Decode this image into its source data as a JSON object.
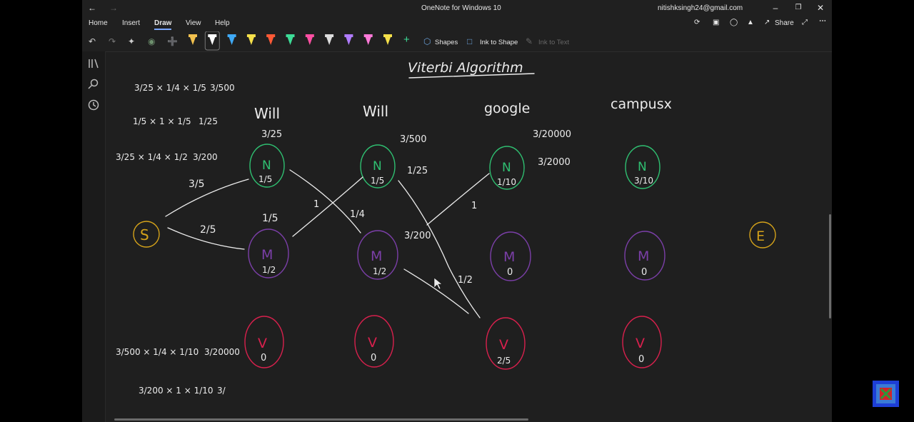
{
  "window": {
    "title": "OneNote for Windows 10",
    "account": "nitishksingh24@gmail.com",
    "share_label": "Share"
  },
  "ribbon_tabs": [
    "Home",
    "Insert",
    "Draw",
    "View",
    "Help"
  ],
  "active_tab": "Draw",
  "toolbar": {
    "shapes_label": "Shapes",
    "ink_to_shape_label": "Ink to Shape",
    "ink_to_text_label": "Ink to Text",
    "pen_colors": [
      "#f2c14e",
      "#ffffff",
      "#3fa9f5",
      "#f5e04a",
      "#ff5a36",
      "#3ddc97",
      "#ff4fa3",
      "#dddddd",
      "#b07cff",
      "#ff7ad9",
      "#f5e04a"
    ]
  },
  "colors": {
    "noun": "#2fbf71",
    "modal": "#7b3fa8",
    "verb": "#d8204d",
    "endpoints": "#d4a21a",
    "ink": "#ececec"
  },
  "page": {
    "title": "Viterbi Algorithm",
    "words": [
      "Will",
      "Will",
      "google",
      "campusx"
    ],
    "start_label": "S",
    "end_label": "E",
    "nodes": {
      "noun": [
        {
          "tag": "N",
          "value": "1/5"
        },
        {
          "tag": "N",
          "value": "1/5"
        },
        {
          "tag": "N",
          "value": "1/10"
        },
        {
          "tag": "N",
          "value": "3/10"
        }
      ],
      "modal": [
        {
          "tag": "M",
          "value": "1/2"
        },
        {
          "tag": "M",
          "value": "1/2"
        },
        {
          "tag": "M",
          "value": "0"
        },
        {
          "tag": "M",
          "value": "0"
        }
      ],
      "verb": [
        {
          "tag": "V",
          "value": "0"
        },
        {
          "tag": "V",
          "value": "0"
        },
        {
          "tag": "V",
          "value": "2/5"
        },
        {
          "tag": "V",
          "value": "0"
        }
      ]
    },
    "scores": {
      "col1_noun": "3/25",
      "col2_noun": "3/500",
      "col3_noun_a": "3/20000",
      "col3_noun_b": "3/2000",
      "col2_noun_edge": "1/25",
      "col2_modal_edge": "3/200"
    },
    "edge_labels": {
      "s_to_n": "3/5",
      "s_to_m": "2/5",
      "m1_top": "1/5",
      "n1_to_m2": "1",
      "m1_to_n2": "1/4",
      "m2_to_n3": "1",
      "n2_to_v3": "1/2"
    },
    "calculations": [
      {
        "lhs": "3/25 × 1/4 × 1/5",
        "rhs": "3/500"
      },
      {
        "lhs": "1/5 × 1 × 1/5",
        "rhs": "1/25"
      },
      {
        "lhs": "3/25 × 1/4 × 1/2",
        "rhs": "3/200"
      },
      {
        "lhs": "3/500 × 1/4 × 1/10",
        "rhs": "3/20000"
      },
      {
        "lhs": "3/200 × 1 × 1/10",
        "rhs": "3/"
      }
    ]
  }
}
